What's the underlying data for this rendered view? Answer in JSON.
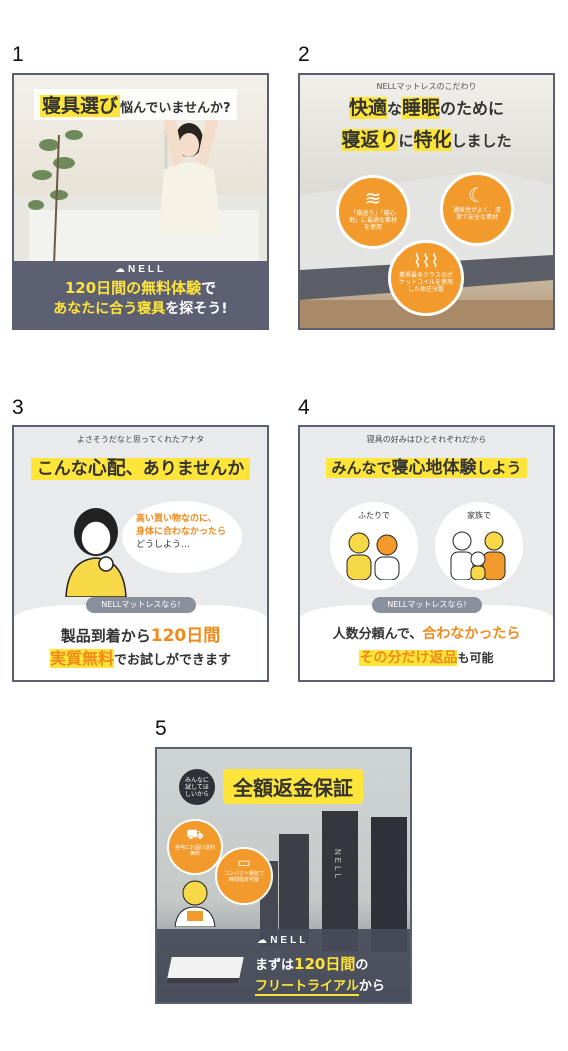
{
  "card1": {
    "number": "1",
    "title_a": "寝具選び",
    "title_b": "悩んでいませんか?",
    "brand": "NELL",
    "line1_a": "120日間の",
    "line1_b": "無料体験",
    "line1_c": "で",
    "line2_a": "あなたに合う",
    "line2_b": "寝具",
    "line2_c": "を探そう!"
  },
  "card2": {
    "number": "2",
    "sub": "NELLマットレスのこだわり",
    "t1a": "快適",
    "t1b": "な",
    "t1c": "睡眠",
    "t1d": "のために",
    "t2a": "寝返り",
    "t2b": "に",
    "t2c": "特化",
    "t2d": "しました",
    "c1": "「寝返り」「寝心地」に最適な素材を使用",
    "c2": "通気性がよく、清潔で安全な素材",
    "c3": "業界最多クラスのポケットコイルを使用した体圧分散"
  },
  "card3": {
    "number": "3",
    "sub": "よさそうだなと思ってくれたアナタ",
    "t1": "こんな",
    "t2": "心配",
    "t3": "、ありませんか",
    "b1": "高い買い物なのに、",
    "b2": "身体に合わなかったら",
    "b3": "どうしよう…",
    "pill": "NELLマットレスなら!",
    "l1a": "製品到着から",
    "l1b": "120日間",
    "l2a": "実質無料",
    "l2b": "でお試しができます"
  },
  "card4": {
    "number": "4",
    "sub": "寝具の好みはひとそれぞれだから",
    "t1": "みんなで",
    "t2": "寝心地体験",
    "t3": "しよう",
    "left": "ふたりで",
    "right": "家族で",
    "pill": "NELLマットレスなら!",
    "l1a": "人数分頼んで、",
    "l1b": "合わなかったら",
    "l2a": "その分だけ返品",
    "l2b": "も可能"
  },
  "card5": {
    "number": "5",
    "badge": "みんなに試してほしいから",
    "title": "全額返金保証",
    "c1": "自宅にお届け送料無料",
    "c2": "コンパクト梱包で時間指定可能",
    "brand": "NELL",
    "l1a": "まずは",
    "l1b": "120日間",
    "l1c": "の",
    "l2a": "フリートライアル",
    "l2b": "から",
    "box": "NELL"
  }
}
